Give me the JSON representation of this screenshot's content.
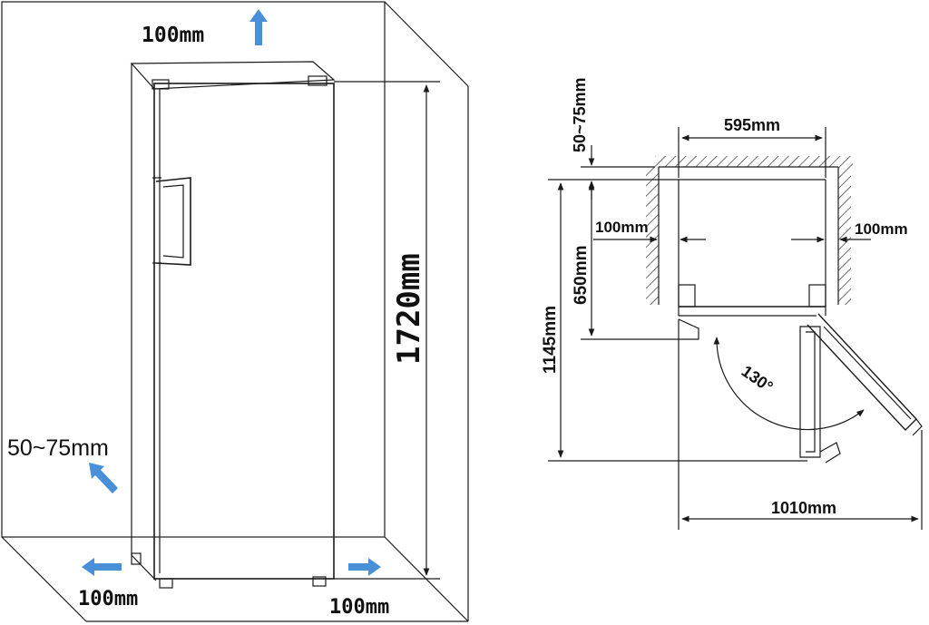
{
  "colors": {
    "line": "#1a1a1a",
    "arrow": "#4a90d9",
    "hatch": "#333333"
  },
  "left_view": {
    "top_clearance": "100mm",
    "height": "1720mm",
    "back_clearance": "50~75mm",
    "left_clearance": "100mm",
    "right_clearance": "100mm",
    "arrow_icon": "blue-arrow-icon"
  },
  "right_view": {
    "back_gap": "50~75mm",
    "width": "595mm",
    "side_left": "100mm",
    "side_right": "100mm",
    "depth": "650mm",
    "total_depth": "1145mm",
    "door_angle": "130°",
    "total_width_open": "1010mm"
  }
}
